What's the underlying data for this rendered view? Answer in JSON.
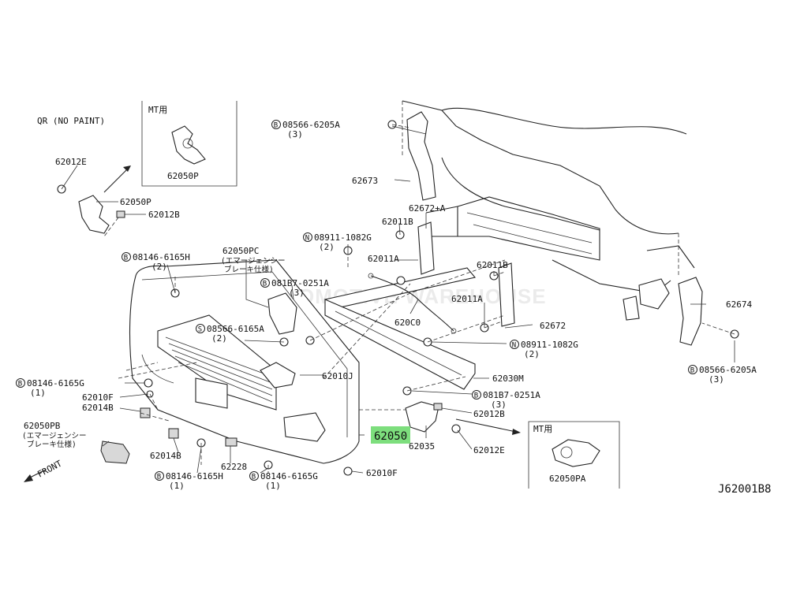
{
  "diagram_id": "J62001B8",
  "watermark": "AW AUTOMOTIVE WAREHOUSE",
  "inset_left": {
    "header": "MT用",
    "part": "62050P"
  },
  "inset_right": {
    "header": "MT用",
    "part": "62050PA"
  },
  "qr_note": "QR (NO PAINT)",
  "front_label": "FRONT",
  "highlight_part": "62050",
  "parts": {
    "p62012E_top": "62012E",
    "p62050P": "62050P",
    "p62012B_top": "62012B",
    "p08146_6165H_top": "08146-6165H",
    "p08146_6165H_top_qty": "(2)",
    "p62050PC": "62050PC",
    "p62050PC_note1": "(エマージェンシー",
    "p62050PC_note2": "ブレーキ仕様)",
    "p081B7_0251A_top": "081B7-0251A",
    "p081B7_0251A_top_qty": "(3)",
    "p08566_6165A": "08566-6165A",
    "p08566_6165A_qty": "(2)",
    "p08566_6205A_top": "08566-6205A",
    "p08566_6205A_top_qty": "(3)",
    "p62673": "62673",
    "p62672A": "62672+A",
    "p62011B_top": "62011B",
    "p08911_1082G_top": "08911-1082G",
    "p08911_1082G_top_qty": "(2)",
    "p62011A_left": "62011A",
    "p620C0": "620C0",
    "p62011B_right": "62011B",
    "p62011A_right": "62011A",
    "p62672": "62672",
    "p08911_1082G_right": "08911-1082G",
    "p08911_1082G_right_qty": "(2)",
    "p62674": "62674",
    "p08566_6205A_right": "08566-6205A",
    "p08566_6205A_right_qty": "(3)",
    "p62010J": "62010J",
    "p62030M": "62030M",
    "p081B7_0251A_right": "081B7-0251A",
    "p081B7_0251A_right_qty": "(3)",
    "p62012B_right": "62012B",
    "p62035": "62035",
    "p62012E_right": "62012E",
    "p62010F_right": "62010F",
    "p08146_6165G_left": "08146-6165G",
    "p08146_6165G_left_qty": "(1)",
    "p62010F_left": "62010F",
    "p62014B_left": "62014B",
    "p62050PB": "62050PB",
    "p62050PB_note1": "(エマージェンシー",
    "p62050PB_note2": "ブレーキ仕様)",
    "p62014B_bottom": "62014B",
    "p08146_6165H_bottom": "08146-6165H",
    "p08146_6165H_bottom_qty": "(1)",
    "p62228": "62228",
    "p08146_6165G_bottom": "08146-6165G",
    "p08146_6165G_bottom_qty": "(1)"
  },
  "bolt_marker_B": "B",
  "bolt_marker_N": "N",
  "bolt_marker_S": "S"
}
